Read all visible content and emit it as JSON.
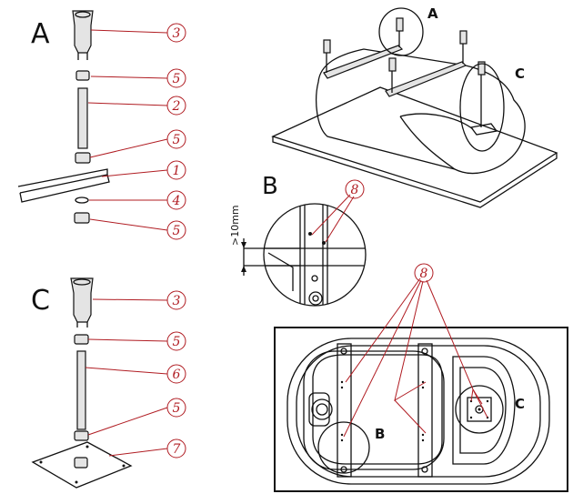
{
  "assembly_a": {
    "label": "A",
    "callouts": [
      "3",
      "5",
      "2",
      "5",
      "1",
      "4",
      "5"
    ]
  },
  "assembly_c": {
    "label": "C",
    "callouts": [
      "3",
      "5",
      "6",
      "5",
      "7"
    ]
  },
  "tub_view": {
    "label_a": "A",
    "label_c": "C"
  },
  "detail_b": {
    "label": "B",
    "callout": "8",
    "dimension": ">10mm"
  },
  "plan_view": {
    "callout": "8",
    "label_b": "B",
    "label_c": "C"
  }
}
